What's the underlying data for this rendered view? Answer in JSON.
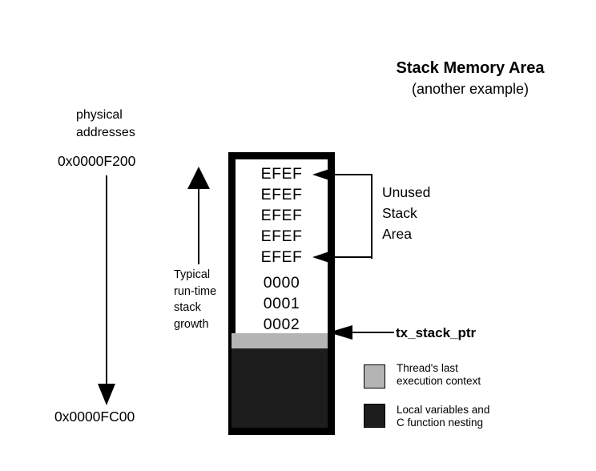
{
  "title": {
    "main": "Stack Memory Area",
    "subtitle": "(another example)"
  },
  "addresses": {
    "label_line1": "physical",
    "label_line2": "addresses",
    "top": "0x0000F200",
    "bottom": "0x0000FC00"
  },
  "growth": {
    "line1": "Typical",
    "line2": "run-time",
    "line3": "stack",
    "line4": "growth"
  },
  "stack": {
    "unused_values": [
      "EFEF",
      "EFEF",
      "EFEF",
      "EFEF",
      "EFEF"
    ],
    "context_values": [
      "0000",
      "0001",
      "0002"
    ]
  },
  "callouts": {
    "unused_line1": "Unused",
    "unused_line2": "Stack",
    "unused_line3": "Area",
    "stack_ptr": "tx_stack_ptr"
  },
  "legend": {
    "gray_line1": "Thread's last",
    "gray_line2": "execution context",
    "dark_line1": "Local variables and",
    "dark_line2": "C function nesting"
  },
  "colors": {
    "ink": "#000000",
    "background": "#ffffff",
    "gray_swatch": "#b4b4b4",
    "dark_swatch": "#1d1d1d"
  }
}
